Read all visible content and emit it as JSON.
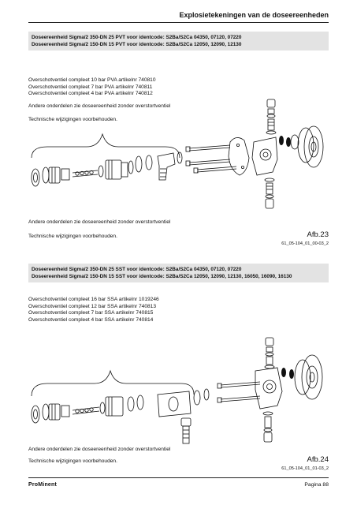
{
  "header": {
    "title": "Explosietekeningen van de doseereenheden"
  },
  "section1": {
    "band": [
      "Doseereenheid Sigma/2 350-DN 25 PVT voor identcode: S2Ba/S2Ca 04350, 07120, 07220",
      "Doseereenheid Sigma/2 150-DN 15 PVT voor identcode: S2Ba/S2Ca 12050, 12090, 12130"
    ],
    "valves": [
      "Overschotventiel compleet 10 bar PVA artikelnr 740810",
      "Overschotventiel compleet   7 bar PVA artikelnr 740811",
      "Overschotventiel compleet   4 bar PVA artikelnr 740812"
    ],
    "note_other_top": "Andere onderdelen zie doseereenheid zonder overstortventiel",
    "note_tech_top": "Technische wijzigingen voorbehouden.",
    "note_other": "Andere onderdelen zie doseereenheid zonder overstortventiel",
    "note_tech": "Technische wijzigingen voorbehouden.",
    "fig_label": "Afb.23",
    "fig_code": "61_05-104_01_00-03_2"
  },
  "section2": {
    "band": [
      "Doseereenheid Sigma/2 350-DN 25 SST voor identcode: S2Ba/S2Ca 04350, 07120, 07220",
      "Doseereenheid Sigma/2 150-DN 15 SST voor identcode: S2Ba/S2Ca 12050, 12090, 12130, 16050, 16090, 16130"
    ],
    "valves": [
      "Overschotventiel compleet 16 bar SSA artikelnr 1019246",
      "Overschotventiel compleet 12 bar SSA artikelnr 740813",
      "Overschotventiel compleet   7 bar SSA artikelnr 740815",
      "Overschotventiel compleet   4 bar SSA artikelnr 740814"
    ],
    "note_other": "Andere onderdelen zie doseereenheid zonder overstortventiel",
    "note_tech": "Technische wijzigingen voorbehouden.",
    "fig_label": "Afb.24",
    "fig_code": "61_05-104_01_01-03_2"
  },
  "footer": {
    "logo": "ProMinent",
    "page": "Pagina 88"
  }
}
